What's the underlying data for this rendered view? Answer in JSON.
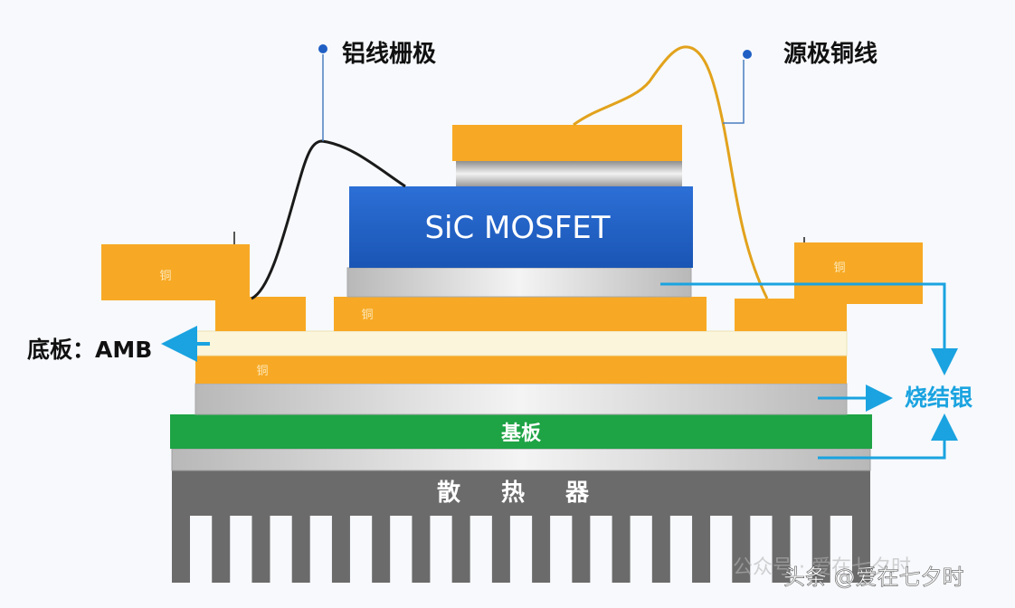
{
  "labels": {
    "gate_wire": "铝线栅极",
    "source_wire": "源极铜线",
    "chip": "SiC MOSFET",
    "copper": "铜",
    "baseplate": "底板：AMB",
    "sinter_silver": "烧结银",
    "substrate": "基板",
    "heatsink": "散 热 器"
  },
  "watermark": {
    "faint": "公众号 · 爱在七夕时",
    "main": "头条 @爱在七夕时"
  },
  "colors": {
    "copper": "#f7a925",
    "chip": "#1f5fc4",
    "substrate": "#1ea345",
    "heatsink": "#6b6b6b",
    "silver": "#c8c8c8",
    "ceramic": "#fbf5dc",
    "arrow": "#1aa3e0",
    "aluminum_wire": "#1a1a1a",
    "copper_wire": "#e2a21c",
    "background": "#f7f9fc"
  }
}
